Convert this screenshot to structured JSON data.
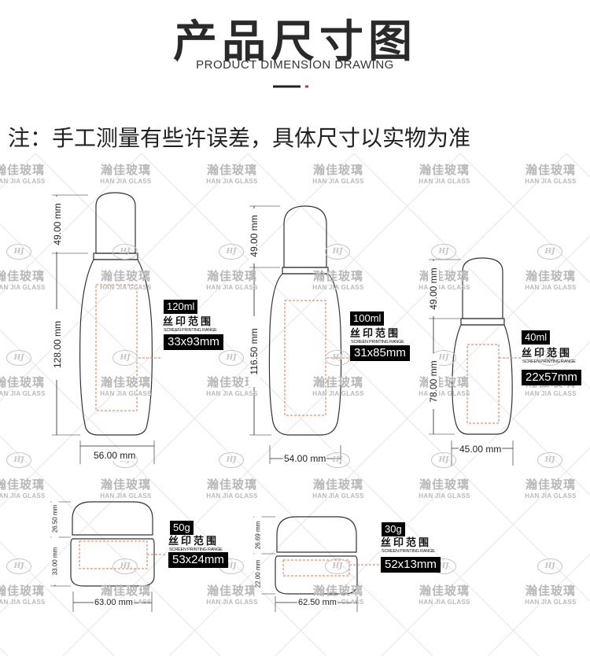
{
  "header": {
    "title": "产品尺寸图",
    "subtitle": "PRODUCT DIMENSION DRAWING"
  },
  "note": "注：手工测量有些许误差，具体尺寸以实物为准",
  "watermark": {
    "cn": "瀚佳玻璃",
    "en": "HAN JIA GLASS",
    "logo": "HJ"
  },
  "print_label": {
    "cn": "丝印范围",
    "en": "SCREEN PRINTING RANGE"
  },
  "products": {
    "p120": {
      "capacity": "120ml",
      "print_size": "33x93mm",
      "cap_height": "49.00 mm",
      "body_height": "128.00 mm",
      "width": "56.00 mm"
    },
    "p100": {
      "capacity": "100ml",
      "print_size": "31x85mm",
      "cap_height": "49.00 mm",
      "body_height": "116.50 mm",
      "width": "54.00 mm"
    },
    "p40": {
      "capacity": "40ml",
      "print_size": "22x57mm",
      "cap_height": "49.00 mm",
      "body_height": "78.00 mm",
      "width": "45.00 mm"
    },
    "p50": {
      "capacity": "50g",
      "print_size": "53x24mm",
      "cap_height": "26.50 mm",
      "body_height": "33.00 mm",
      "width": "63.00 mm"
    },
    "p30": {
      "capacity": "30g",
      "print_size": "52x13mm",
      "cap_height": "26.69 mm",
      "body_height": "22.00 mm",
      "width": "62.50 mm"
    }
  }
}
